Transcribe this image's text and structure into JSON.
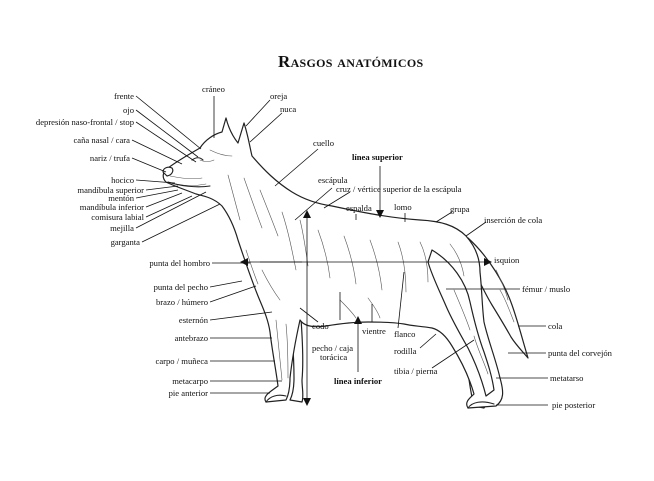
{
  "title": "Rasgos anatómicos",
  "labels": {
    "frente": "frente",
    "ojo": "ojo",
    "stop": "depresión naso-frontal / stop",
    "cana_nasal": "caña nasal / cara",
    "nariz": "nariz / trufa",
    "hocico": "hocico",
    "mandibula_superior": "mandíbula superior",
    "menton": "mentón",
    "mandibula_inferior": "mandíbula inferior",
    "comisura": "comisura labial",
    "mejilla": "mejilla",
    "garganta": "garganta",
    "punta_hombro": "punta del hombro",
    "punta_pecho": "punta del pecho",
    "brazo": "brazo / húmero",
    "esternon": "esternón",
    "antebrazo": "antebrazo",
    "carpo": "carpo / muñeca",
    "metacarpo": "metacarpo",
    "pie_anterior": "pie anterior",
    "craneo": "cráneo",
    "oreja": "oreja",
    "nuca": "nuca",
    "cuello": "cuello",
    "linea_superior": "línea superior",
    "escapula": "escápula",
    "cruz": "cruz / vértice superior de la escápula",
    "espalda": "espalda",
    "lomo": "lomo",
    "grupa": "grupa",
    "insercion_cola": "inserción de cola",
    "isquion": "isquion",
    "femur": "fémur / muslo",
    "cola": "cola",
    "punta_corvejon": "punta del corvejón",
    "metatarso": "metatarso",
    "pie_posterior": "pie posterior",
    "codo": "codo",
    "pecho_1": "pecho / caja",
    "pecho_2": "torácica",
    "linea_inferior": "línea inferior",
    "vientre": "vientre",
    "flanco": "flanco",
    "rodilla": "rodilla",
    "tibia": "tibia / pierna"
  }
}
